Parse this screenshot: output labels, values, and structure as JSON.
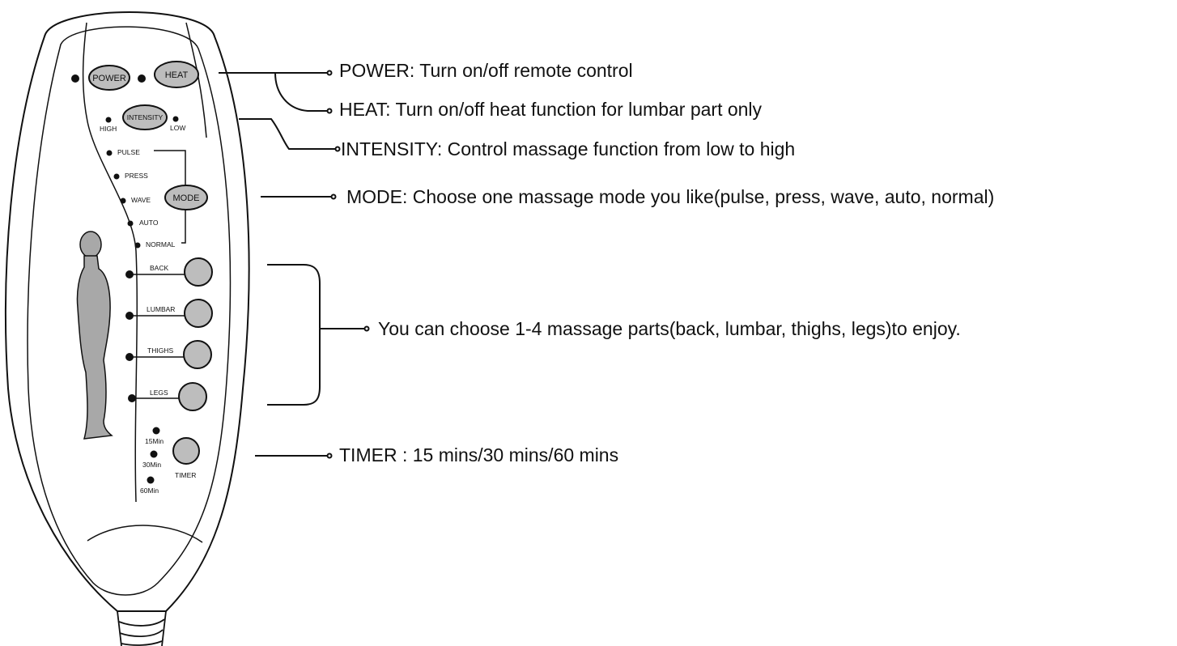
{
  "remote": {
    "buttons": {
      "power": "POWER",
      "heat": "HEAT",
      "intensity": "INTENSITY",
      "mode": "MODE"
    },
    "intensity_levels": {
      "high": "HIGH",
      "low": "LOW"
    },
    "modes": [
      "PULSE",
      "PRESS",
      "WAVE",
      "AUTO",
      "NORMAL"
    ],
    "parts": [
      "BACK",
      "LUMBAR",
      "THIGHS",
      "LEGS"
    ],
    "timer": {
      "options": [
        "15Min",
        "30Min",
        "60Min"
      ],
      "button": "TIMER"
    }
  },
  "callouts": {
    "power": "POWER:  Turn on/off remote control",
    "heat": "HEAT:  Turn on/off heat function for lumbar part only",
    "intensity": "INTENSITY: Control massage function from low to high",
    "mode": "MODE: Choose one massage mode you like(pulse, press, wave, auto, normal)",
    "parts": "You can choose 1-4 massage parts(back, lumbar, thighs, legs)to enjoy.",
    "timer": "TIMER : 15 mins/30 mins/60 mins"
  }
}
